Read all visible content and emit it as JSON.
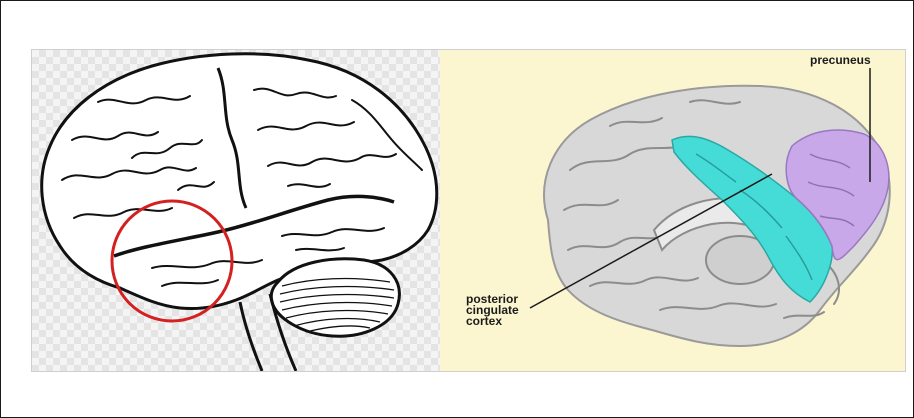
{
  "figure": {
    "left_panel": {
      "subject": "lateral view of brain line drawing",
      "highlight": {
        "shape": "circle",
        "color": "#d42020"
      }
    },
    "right_panel": {
      "subject": "medial view of brain",
      "labels": {
        "precuneus": "precuneus",
        "posterior_cingulate_cortex": [
          "posterior",
          "cingulate",
          "cortex"
        ]
      },
      "region_colors": {
        "posterior_cingulate_cortex": "#45dcd8",
        "precuneus": "#c8a8e8"
      }
    }
  }
}
